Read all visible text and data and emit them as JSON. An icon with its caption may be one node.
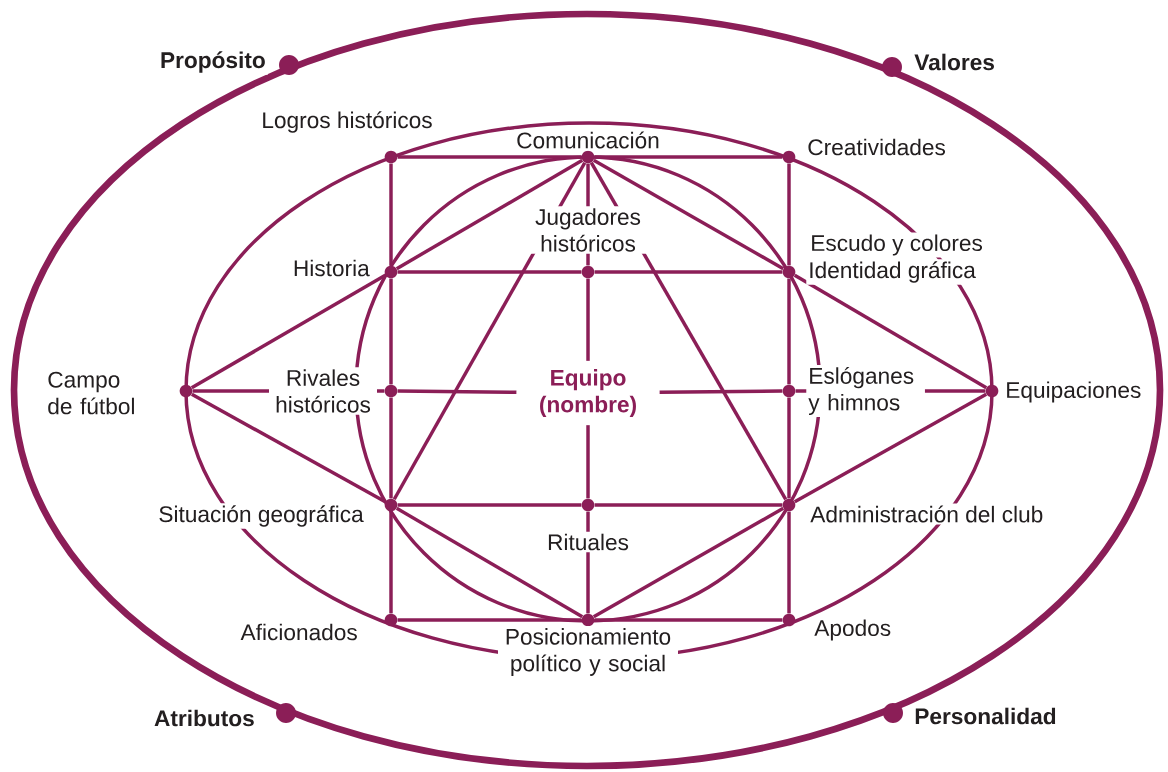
{
  "diagram": {
    "nodes": [
      {
        "text": [],
        "shape": "circle",
        "beside": [
          "Propósito"
        ]
      },
      {
        "text": [],
        "shape": "circle",
        "beside": [
          "Valores"
        ]
      },
      {
        "text": [],
        "shape": "circle",
        "beside": [
          "Logros históricos"
        ]
      },
      {
        "text": [],
        "shape": "circle",
        "beside": [
          "Comunicación"
        ]
      },
      {
        "text": [],
        "shape": "circle",
        "beside": [
          "Creatividades"
        ]
      },
      {
        "text": [],
        "shape": "circle",
        "beside": [
          "Historia"
        ]
      },
      {
        "text": [],
        "shape": "circle",
        "beside": [
          "Jugadores históricos"
        ]
      },
      {
        "text": [],
        "shape": "circle",
        "beside": [
          "Escudo y colores",
          "Identidad gráfica"
        ]
      },
      {
        "text": [],
        "shape": "circle",
        "beside": [
          "Campo de fútbol"
        ]
      },
      {
        "text": [],
        "shape": "circle",
        "beside": [
          "Rivales históricos"
        ]
      },
      {
        "text": [
          "Equipo (nombre)"
        ]
      },
      {
        "text": [],
        "shape": "circle",
        "beside": [
          "Eslóganes y himnos"
        ]
      },
      {
        "text": [],
        "shape": "circle",
        "beside": [
          "Equipaciones"
        ]
      },
      {
        "text": [],
        "shape": "circle",
        "beside": [
          "Situación geográfica"
        ]
      },
      {
        "text": [],
        "shape": "circle",
        "beside": [
          "Rituales"
        ]
      },
      {
        "text": [],
        "shape": "circle",
        "beside": [
          "Administración del club"
        ]
      },
      {
        "text": [],
        "shape": "circle",
        "beside": [
          "Aficionados"
        ]
      },
      {
        "text": [],
        "shape": "circle",
        "beside": [
          "Posicionamiento político y social"
        ]
      },
      {
        "text": [],
        "shape": "circle",
        "beside": [
          "Apodos"
        ]
      },
      {
        "text": [],
        "shape": "circle",
        "beside": [
          "Atributos"
        ]
      },
      {
        "text": [],
        "shape": "circle",
        "beside": [
          "Personalidad"
        ]
      }
    ],
    "edges": [
      {
        "from": 2,
        "to": 3,
        "arrow": "none"
      },
      {
        "from": 3,
        "to": 4,
        "arrow": "none"
      },
      {
        "from": 5,
        "to": 6,
        "arrow": "none"
      },
      {
        "from": 6,
        "to": 7,
        "arrow": "none"
      },
      {
        "from": 8,
        "to": 9,
        "arrow": "none"
      },
      {
        "from": 9,
        "to": 10,
        "arrow": "none"
      },
      {
        "from": 10,
        "to": 11,
        "arrow": "none"
      },
      {
        "from": 11,
        "to": 12,
        "arrow": "none"
      },
      {
        "from": 13,
        "to": 14,
        "arrow": "none"
      },
      {
        "from": 14,
        "to": 15,
        "arrow": "none"
      },
      {
        "from": 16,
        "to": 17,
        "arrow": "none"
      },
      {
        "from": 17,
        "to": 18,
        "arrow": "none"
      },
      {
        "from": 2,
        "to": 5,
        "arrow": "none"
      },
      {
        "from": 5,
        "to": 9,
        "arrow": "none"
      },
      {
        "from": 9,
        "to": 13,
        "arrow": "none"
      },
      {
        "from": 13,
        "to": 16,
        "arrow": "none"
      },
      {
        "from": 4,
        "to": 7,
        "arrow": "none"
      },
      {
        "from": 7,
        "to": 11,
        "arrow": "none"
      },
      {
        "from": 11,
        "to": 15,
        "arrow": "none"
      },
      {
        "from": 15,
        "to": 18,
        "arrow": "none"
      },
      {
        "from": 3,
        "to": 6,
        "arrow": "none"
      },
      {
        "from": 6,
        "to": 10,
        "arrow": "none"
      },
      {
        "from": 10,
        "to": 14,
        "arrow": "none"
      },
      {
        "from": 14,
        "to": 17,
        "arrow": "none"
      },
      {
        "from": 3,
        "to": 5,
        "arrow": "none"
      },
      {
        "from": 3,
        "to": 7,
        "arrow": "none"
      },
      {
        "from": 3,
        "to": 13,
        "arrow": "none"
      },
      {
        "from": 3,
        "to": 15,
        "arrow": "none"
      },
      {
        "from": 8,
        "to": 5,
        "arrow": "none"
      },
      {
        "from": 8,
        "to": 13,
        "arrow": "none"
      },
      {
        "from": 12,
        "to": 7,
        "arrow": "none"
      },
      {
        "from": 12,
        "to": 15,
        "arrow": "none"
      },
      {
        "from": 17,
        "to": 13,
        "arrow": "none"
      },
      {
        "from": 17,
        "to": 15,
        "arrow": "none"
      }
    ]
  }
}
